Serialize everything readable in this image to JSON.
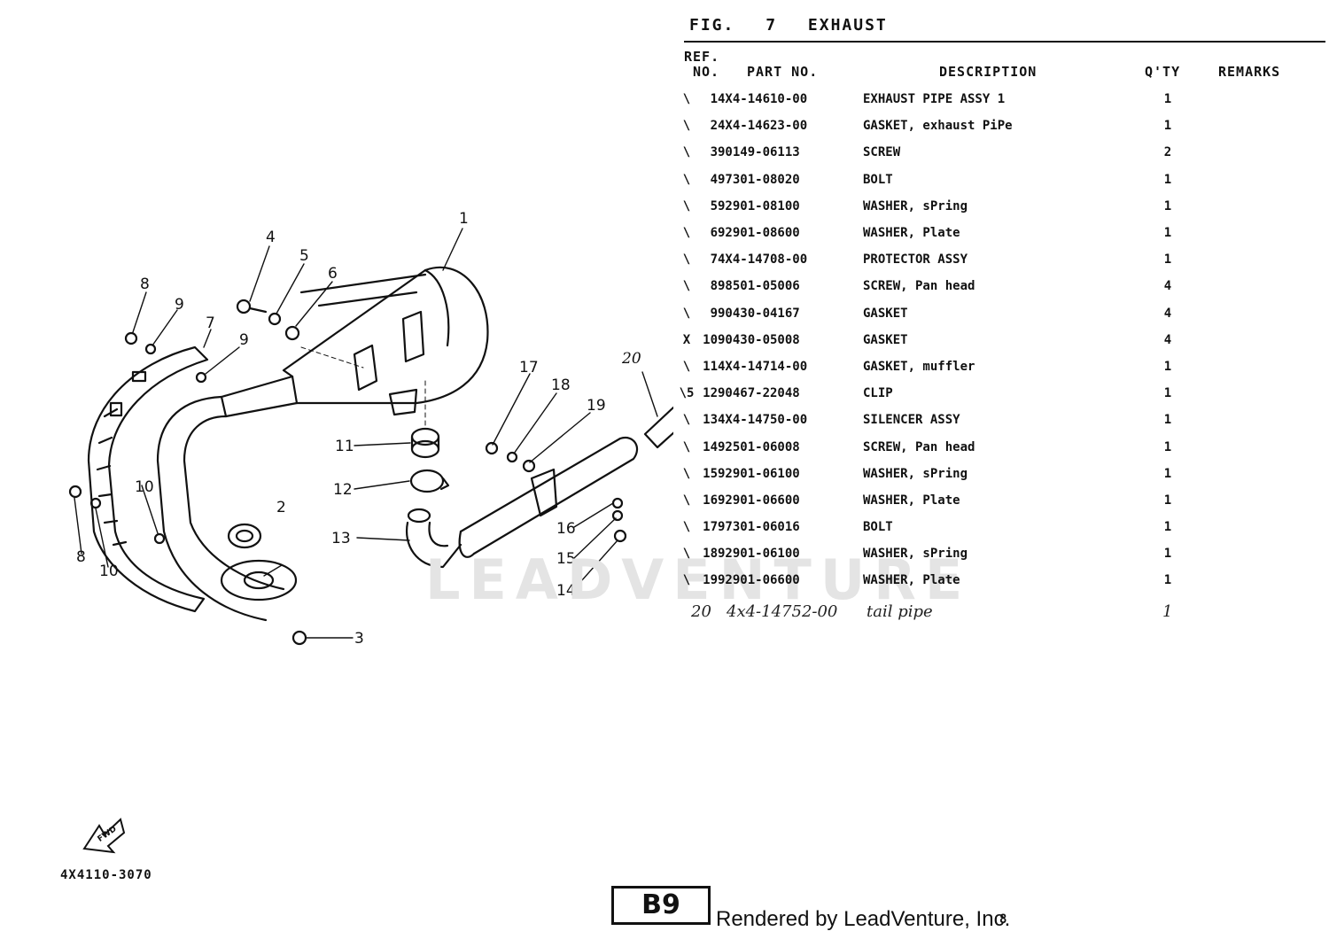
{
  "figure": {
    "label": "FIG.",
    "number": "7",
    "title": "EXHAUST"
  },
  "columns": {
    "ref_line1": "REF.",
    "ref_line2": "NO.",
    "part_no": "PART NO.",
    "description": "DESCRIPTION",
    "qty": "Q'TY",
    "remarks": "REMARKS"
  },
  "parts": [
    {
      "mark": "\\",
      "ref": "1",
      "part_no": "4X4-14610-00",
      "description": "EXHAUST PIPE ASSY 1",
      "qty": "1",
      "remarks": ""
    },
    {
      "mark": "\\",
      "ref": "2",
      "part_no": "4X4-14623-00",
      "description": "GASKET, exhaust PiPe",
      "qty": "1",
      "remarks": ""
    },
    {
      "mark": "\\",
      "ref": "3",
      "part_no": "90149-06113",
      "description": "SCREW",
      "qty": "2",
      "remarks": ""
    },
    {
      "mark": "\\",
      "ref": "4",
      "part_no": "97301-08020",
      "description": "BOLT",
      "qty": "1",
      "remarks": ""
    },
    {
      "mark": "\\",
      "ref": "5",
      "part_no": "92901-08100",
      "description": "WASHER, sPring",
      "qty": "1",
      "remarks": ""
    },
    {
      "mark": "\\",
      "ref": "6",
      "part_no": "92901-08600",
      "description": "WASHER, Plate",
      "qty": "1",
      "remarks": ""
    },
    {
      "mark": "\\",
      "ref": "7",
      "part_no": "4X4-14708-00",
      "description": "PROTECTOR ASSY",
      "qty": "1",
      "remarks": ""
    },
    {
      "mark": "\\",
      "ref": "8",
      "part_no": "98501-05006",
      "description": "SCREW, Pan head",
      "qty": "4",
      "remarks": ""
    },
    {
      "mark": "\\",
      "ref": "9",
      "part_no": "90430-04167",
      "description": "GASKET",
      "qty": "4",
      "remarks": ""
    },
    {
      "mark": "X",
      "ref": "10",
      "part_no": "90430-05008",
      "description": "GASKET",
      "qty": "4",
      "remarks": ""
    },
    {
      "mark": "\\",
      "ref": "11",
      "part_no": "4X4-14714-00",
      "description": "GASKET, muffler",
      "qty": "1",
      "remarks": ""
    },
    {
      "mark": "\\5",
      "ref": "12",
      "part_no": "90467-22048",
      "description": "CLIP",
      "qty": "1",
      "remarks": ""
    },
    {
      "mark": "\\",
      "ref": "13",
      "part_no": "4X4-14750-00",
      "description": "SILENCER ASSY",
      "qty": "1",
      "remarks": ""
    },
    {
      "mark": "\\",
      "ref": "14",
      "part_no": "92501-06008",
      "description": "SCREW, Pan head",
      "qty": "1",
      "remarks": ""
    },
    {
      "mark": "\\",
      "ref": "15",
      "part_no": "92901-06100",
      "description": "WASHER, sPring",
      "qty": "1",
      "remarks": ""
    },
    {
      "mark": "\\",
      "ref": "16",
      "part_no": "92901-06600",
      "description": "WASHER, Plate",
      "qty": "1",
      "remarks": ""
    },
    {
      "mark": "\\",
      "ref": "17",
      "part_no": "97301-06016",
      "description": "BOLT",
      "qty": "1",
      "remarks": ""
    },
    {
      "mark": "\\",
      "ref": "18",
      "part_no": "92901-06100",
      "description": "WASHER, sPring",
      "qty": "1",
      "remarks": ""
    },
    {
      "mark": "\\",
      "ref": "19",
      "part_no": "92901-06600",
      "description": "WASHER, Plate",
      "qty": "1",
      "remarks": ""
    }
  ],
  "handwritten_row": {
    "ref": "20",
    "part_no": "4x4-14752-00",
    "description": "tail pipe",
    "qty": "1"
  },
  "diagram_labels": [
    "1",
    "2",
    "3",
    "4",
    "5",
    "6",
    "7",
    "8",
    "9",
    "9",
    "10",
    "11",
    "12",
    "13",
    "14",
    "15",
    "16",
    "17",
    "18",
    "19",
    "20",
    "8",
    "10"
  ],
  "watermark": "LEADVENTURE",
  "fwd_icon_text": "FWD",
  "fwd_code": "4X4110-3070",
  "page_code": "B9",
  "footer_credit": "Rendered by LeadVenture, Inc.",
  "page_number": "8"
}
